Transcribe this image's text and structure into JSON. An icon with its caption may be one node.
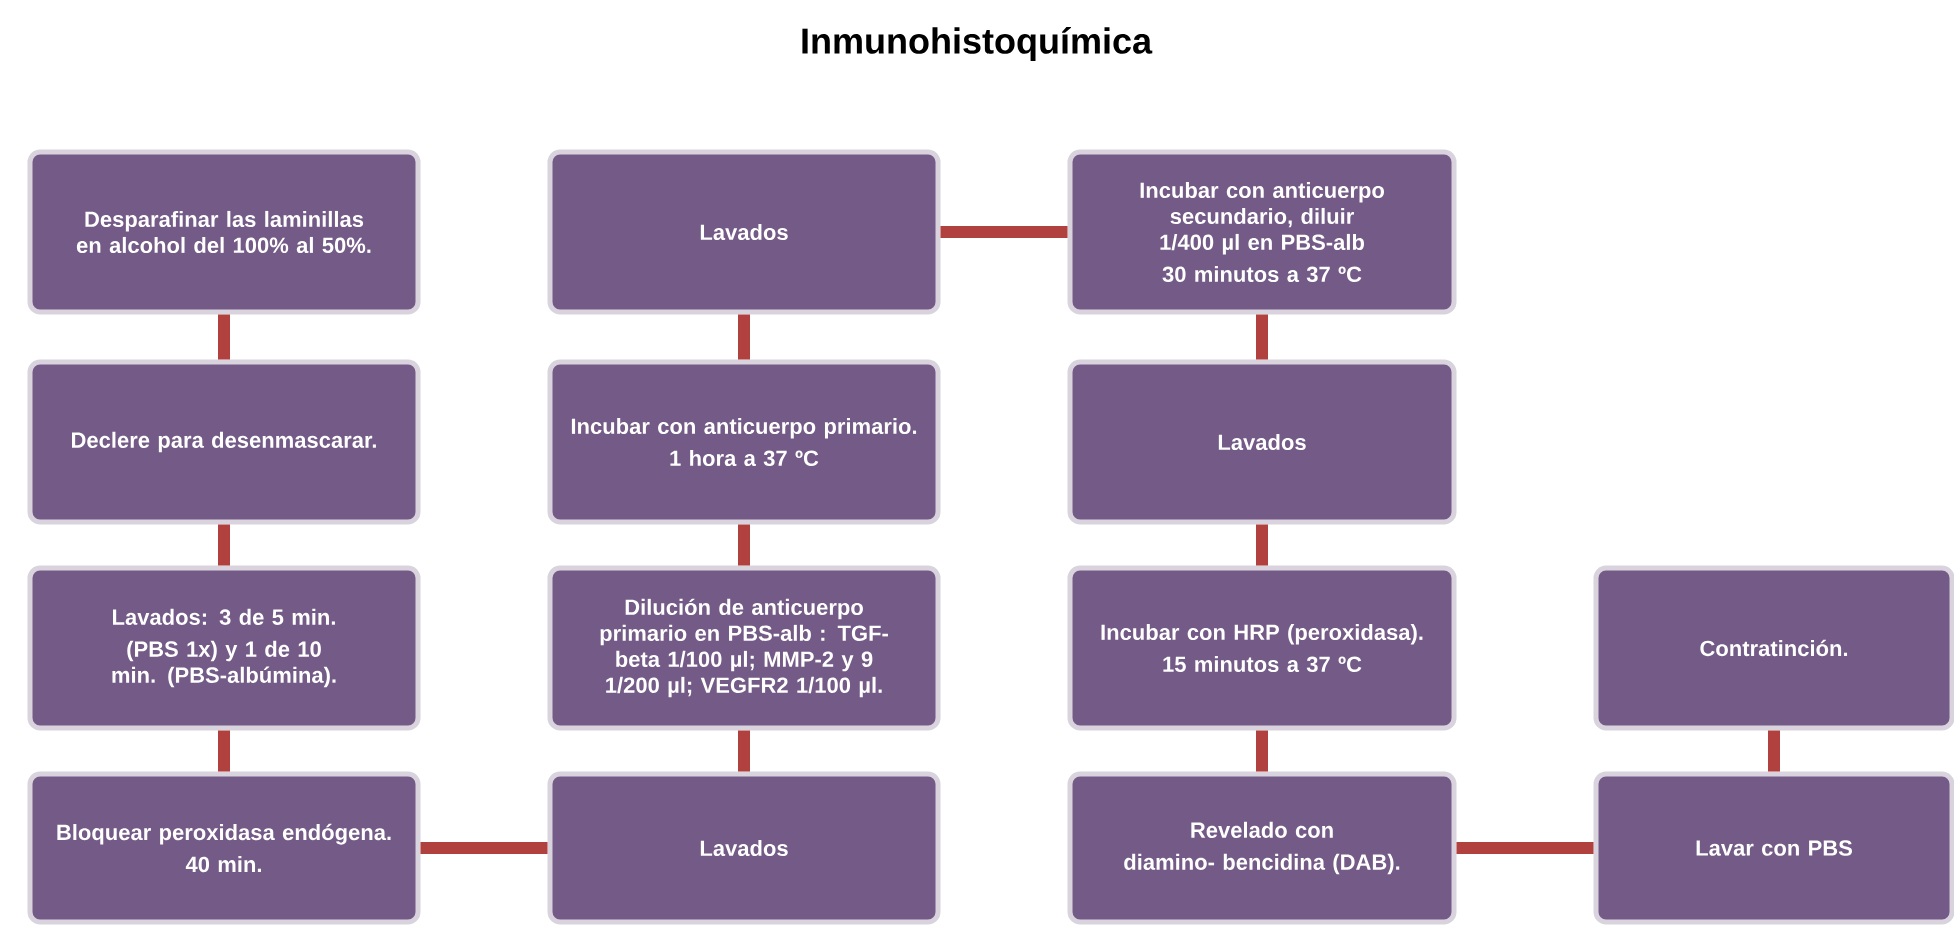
{
  "diagram": {
    "title": "Inmunohistoquímica",
    "nodes": [
      {
        "text": [
          "Desparafinar las laminillas en alcohol del 100% al 50%."
        ]
      },
      {
        "text": [
          "Lavados"
        ]
      },
      {
        "text": [
          "Incubar con anticuerpo secundario, diluir 1/400 µl en PBS-alb",
          "30 minutos a 37 ºC"
        ]
      },
      {
        "text": [
          "Declere para desenmascarar."
        ]
      },
      {
        "text": [
          "Incubar con anticuerpo primario.",
          "1 hora a 37 ºC"
        ]
      },
      {
        "text": [
          "Lavados"
        ]
      },
      {
        "text": [
          "Lavados: 3 de 5 min.",
          "(PBS 1x) y 1 de 10 min. (PBS-albúmina)."
        ]
      },
      {
        "text": [
          "Dilución de anticuerpo primario en PBS-alb : TGF-beta 1/100 µl; MMP-2 y 9 1/200 µl; VEGFR2 1/100 µl."
        ]
      },
      {
        "text": [
          "Incubar con HRP (peroxidasa).",
          "15 minutos a 37 ºC"
        ]
      },
      {
        "text": [
          "Contratinción."
        ]
      },
      {
        "text": [
          "Bloquear peroxidasa endógena.",
          "40 min."
        ]
      },
      {
        "text": [
          "Lavados"
        ]
      },
      {
        "text": [
          "Revelado con",
          "diamino- bencidina (DAB)."
        ]
      },
      {
        "text": [
          "Lavar con PBS"
        ]
      }
    ],
    "edges": [
      {
        "from": 0,
        "to": 3,
        "arrow": "none"
      },
      {
        "from": 3,
        "to": 6,
        "arrow": "none"
      },
      {
        "from": 6,
        "to": 10,
        "arrow": "none"
      },
      {
        "from": 10,
        "to": 11,
        "arrow": "none"
      },
      {
        "from": 11,
        "to": 7,
        "arrow": "none"
      },
      {
        "from": 7,
        "to": 4,
        "arrow": "none"
      },
      {
        "from": 4,
        "to": 1,
        "arrow": "none"
      },
      {
        "from": 1,
        "to": 2,
        "arrow": "none"
      },
      {
        "from": 2,
        "to": 5,
        "arrow": "none"
      },
      {
        "from": 5,
        "to": 8,
        "arrow": "none"
      },
      {
        "from": 8,
        "to": 12,
        "arrow": "none"
      },
      {
        "from": 12,
        "to": 13,
        "arrow": "none"
      },
      {
        "from": 13,
        "to": 9,
        "arrow": "none"
      }
    ]
  }
}
